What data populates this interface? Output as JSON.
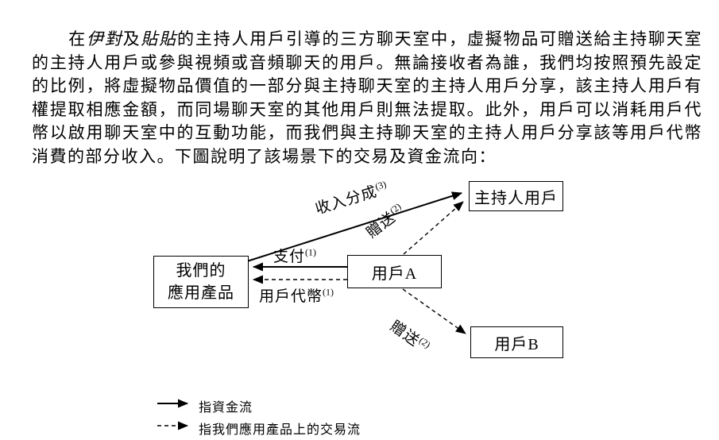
{
  "paragraph": {
    "seg1": "在",
    "app1": "伊對",
    "seg2": "及",
    "app2": "貼貼",
    "seg3": "的主持人用戶引導的三方聊天室中，虛擬物品可贈送給主持聊天室的主持人用戶或參與視頻或音頻聊天的用戶。無論接收者為誰，我們均按照預先設定的比例，將虛擬物品價值的一部分與主持聊天室的主持人用戶分享，該主持人用戶有權提取相應金額，而同場聊天室的其他用戶則無法提取。此外，用戶可以消耗用戶代幣以啟用聊天室中的互動功能，而我們與主持聊天室的主持人用戶分享該等用戶代幣消費的部分收入。下圖說明了該場景下的交易及資金流向："
  },
  "diagram": {
    "nodes": {
      "host_user": "主持人用戶",
      "our_product_line1": "我們的",
      "our_product_line2": "應用產品",
      "user_a": "用戶A",
      "user_b": "用戶B"
    },
    "flows": {
      "revenue_share": {
        "label": "收入分成",
        "sup": "(3)"
      },
      "gift_top": {
        "label": "贈送",
        "sup": "(2)"
      },
      "pay": {
        "label": "支付",
        "sup": "(1)"
      },
      "user_tokens": {
        "label": "用戶代幣",
        "sup": "(1)"
      },
      "gift_bottom": {
        "label": "贈送",
        "sup": "(2)"
      }
    },
    "legend": {
      "solid": "指資金流",
      "dashed": "指我們應用產品上的交易流"
    }
  }
}
